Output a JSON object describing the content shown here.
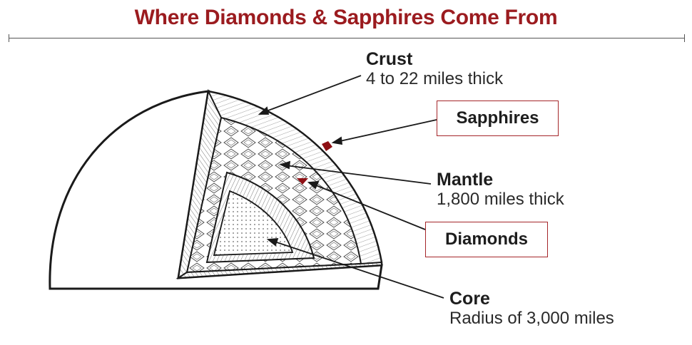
{
  "title": "Where Diamonds & Sapphires Come From",
  "colors": {
    "title": "#9b1b1f",
    "gem": "#8e1014",
    "box_border": "#a5262a",
    "line": "#1a1a1a"
  },
  "labels": {
    "crust": {
      "name": "Crust",
      "detail": "4 to 22 miles thick"
    },
    "mantle": {
      "name": "Mantle",
      "detail": "1,800 miles thick"
    },
    "core": {
      "name": "Core",
      "detail": "Radius of 3,000 miles"
    }
  },
  "callouts": {
    "sapphires": "Sapphires",
    "diamonds": "Diamonds"
  }
}
